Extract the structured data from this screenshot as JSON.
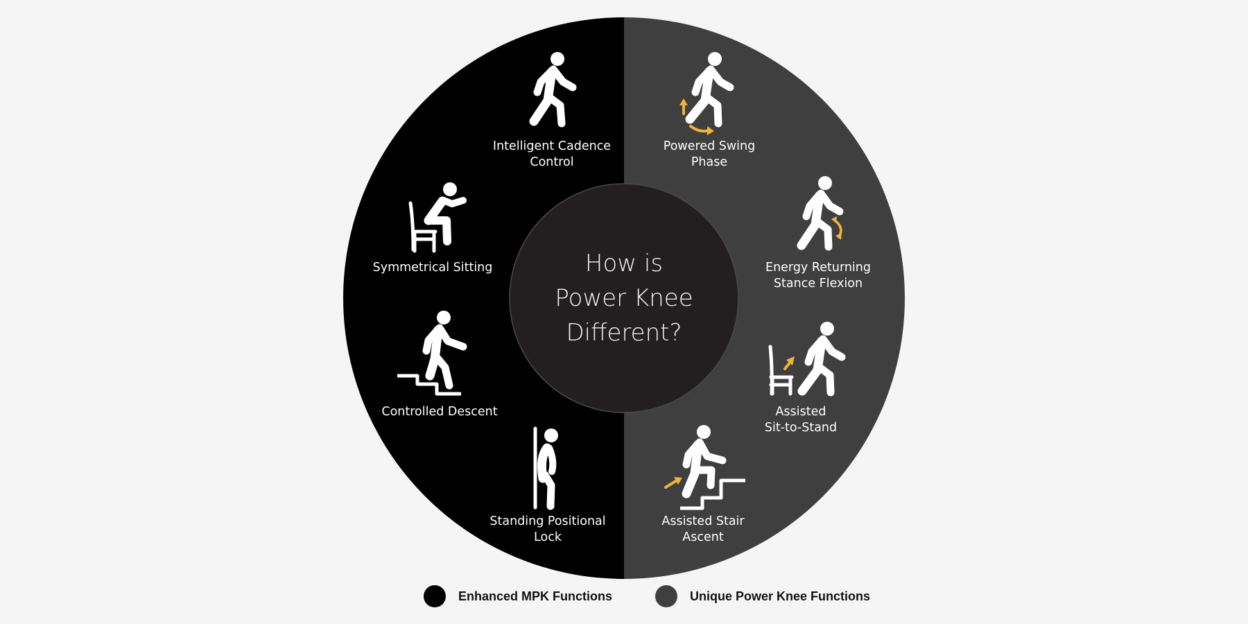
{
  "title": {
    "line1": "How is",
    "line2": "Power Knee",
    "line3": "Different?"
  },
  "colors": {
    "background": "#f5f5f5",
    "enhanced": "#000000",
    "unique": "#3f3f3f",
    "center": "#231f20",
    "accent_arrow": "#f0b43c",
    "icon": "#ffffff"
  },
  "left_items": [
    {
      "icon": "walking-person-icon",
      "line1": "Intelligent Cadence",
      "line2": "Control"
    },
    {
      "icon": "sitting-person-chair-icon",
      "line1": "Symmetrical Sitting",
      "line2": ""
    },
    {
      "icon": "descending-stairs-icon",
      "line1": "Controlled Descent",
      "line2": ""
    },
    {
      "icon": "standing-against-wall-icon",
      "line1": "Standing Positional",
      "line2": "Lock"
    }
  ],
  "right_items": [
    {
      "icon": "powered-swing-icon",
      "line1": "Powered Swing",
      "line2": "Phase"
    },
    {
      "icon": "stance-flexion-icon",
      "line1": "Energy Returning",
      "line2": "Stance Flexion"
    },
    {
      "icon": "sit-to-stand-icon",
      "line1": "Assisted",
      "line2": "Sit-to-Stand"
    },
    {
      "icon": "stair-ascent-icon",
      "line1": "Assisted Stair",
      "line2": "Ascent"
    }
  ],
  "legend": [
    {
      "label": "Enhanced MPK Functions",
      "color": "#000000"
    },
    {
      "label": "Unique Power Knee Functions",
      "color": "#3f3f3f"
    }
  ]
}
